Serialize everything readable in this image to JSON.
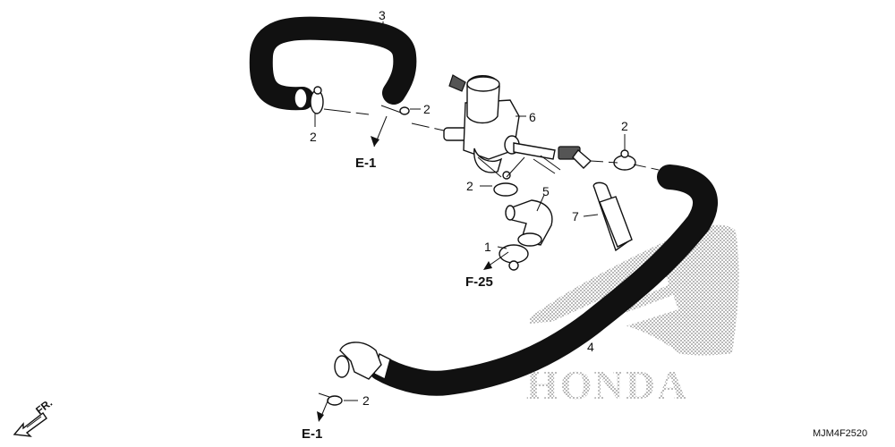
{
  "diagram": {
    "drawing_code": "MJM4F2520",
    "brand_watermark": "HONDA",
    "front_indicator": "FR.",
    "references": {
      "e1_upper": "E-1",
      "e1_lower": "E-1",
      "f25": "F-25"
    },
    "callouts": {
      "c3": "3",
      "c2_a": "2",
      "c2_b": "2",
      "c6": "6",
      "c2_c": "2",
      "c2_d": "2",
      "c5": "5",
      "c7": "7",
      "c1": "1",
      "c4": "4",
      "c2_e": "2"
    }
  }
}
